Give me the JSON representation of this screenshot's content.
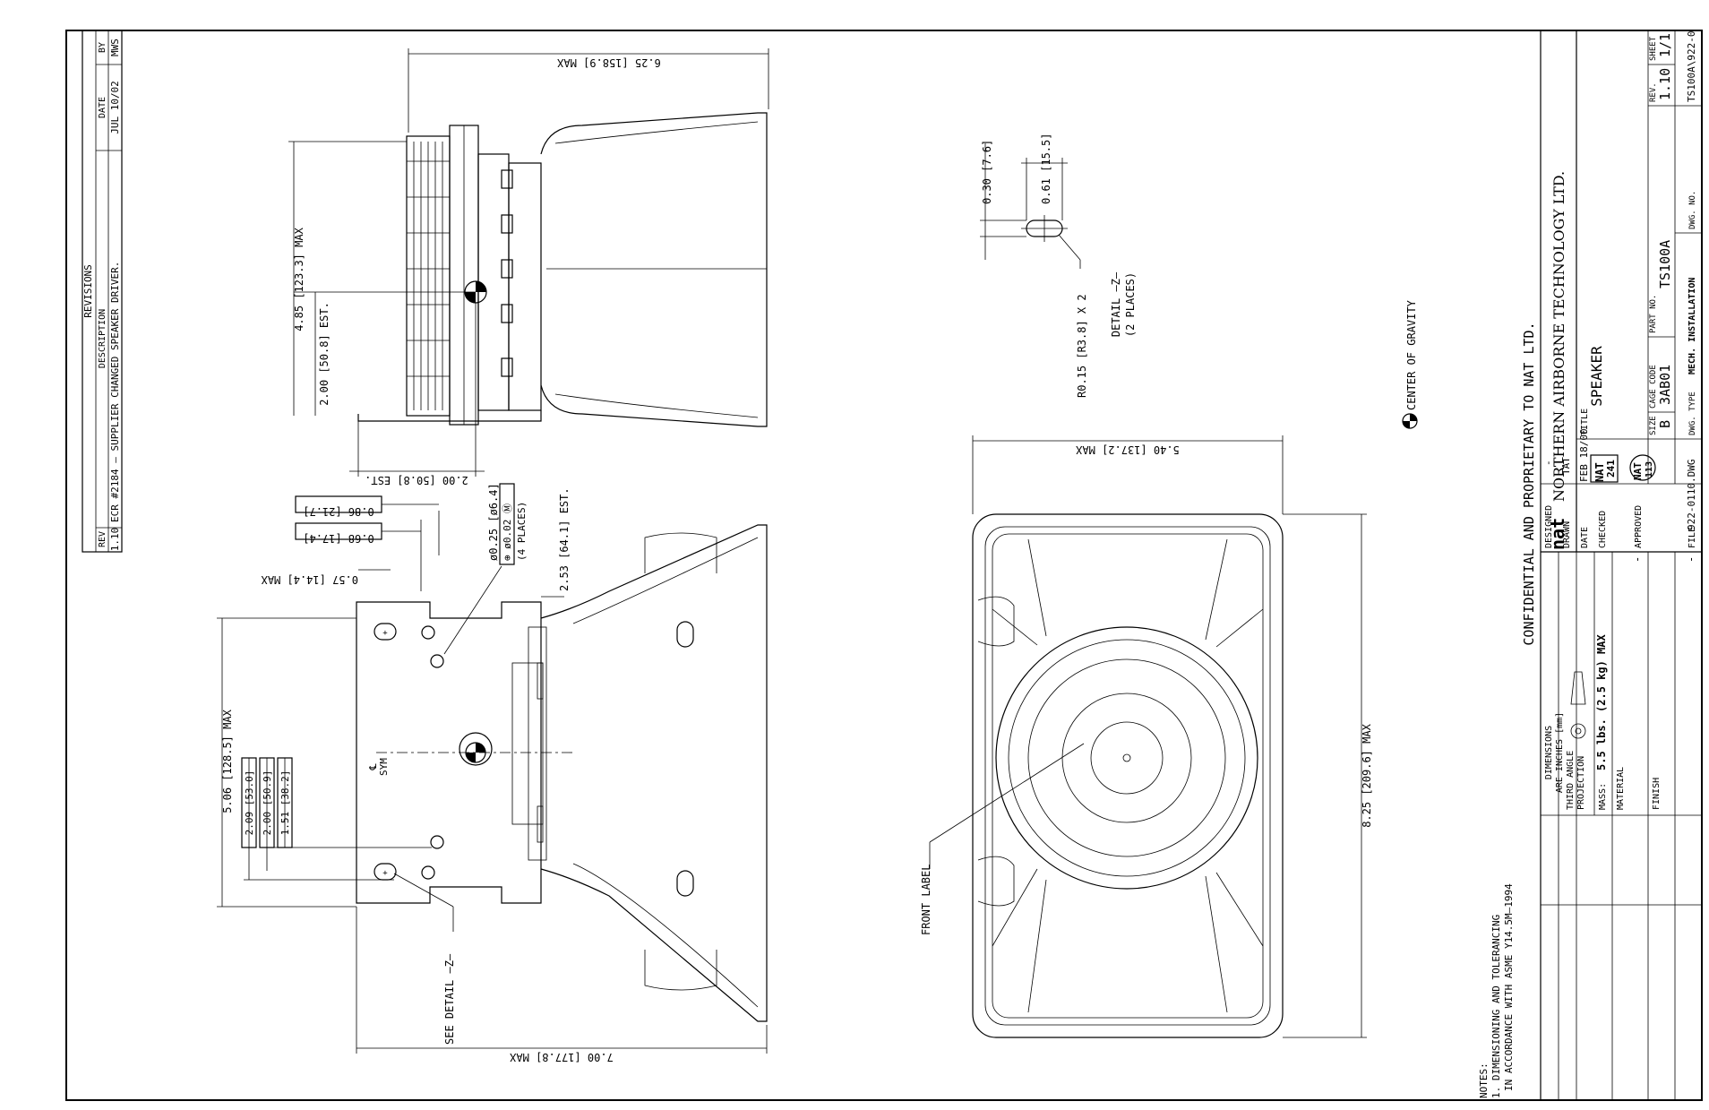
{
  "revisions": {
    "header": "REVISIONS",
    "columns": {
      "rev": "REV",
      "description": "DESCRIPTION",
      "date": "DATE",
      "by": "BY"
    },
    "rows": [
      {
        "rev": "1.10",
        "description": "ECR #2184 – SUPPLIER CHANGED SPEAKER DRIVER.",
        "date": "JUL 10/02",
        "by": "MWS"
      }
    ]
  },
  "dimensions": {
    "side_height": "6.25 [158.9] MAX",
    "side_body": "4.85 [123.3] MAX",
    "side_cg_est": "2.00 [50.8] EST.",
    "side_base_est": "2.00 [50.8] EST.",
    "top_hole_spacing": "5.06 [128.5] MAX",
    "top_width": "7.00 [177.8] MAX",
    "top_slot_edge": "0.57 [14.4] MAX",
    "top_offset_a": "0.68 [17.4]",
    "top_offset_b": "0.86 [21.7]",
    "hole_dia": "ø0.25 [ø6.4]",
    "hole_tol": "⊕ ø0.02 Ⓜ",
    "hole_places": "(4 PLACES)",
    "front_est": "2.53 [64.1] EST.",
    "box_a": "2.09 [53.0]",
    "box_b": "2.00 [50.9]",
    "box_c": "1.51 [38.2]",
    "sym": "SYM",
    "see_detail": "SEE DETAIL –Z–",
    "front_width": "5.40 [137.2] MAX",
    "front_height": "8.25 [209.6] MAX",
    "front_label": "FRONT LABEL",
    "detail_a": "0.30 [7.6]",
    "detail_b": "0.61 [15.5]",
    "detail_radius": "R0.15 [R3.8] X 2",
    "detail_title": "DETAIL –Z–",
    "detail_places": "(2 PLACES)",
    "cog": "CENTER OF GRAVITY"
  },
  "notes": {
    "title": "NOTES:",
    "lines": [
      "1. DIMENSIONING AND TOLERANCING",
      "IN ACCORDANCE WITH ASME Y14.5M–1994"
    ]
  },
  "title_block": {
    "confidential": "CONFIDENTIAL AND PROPRIETARY TO NAT LTD.",
    "company": "NORTHERN AIRBORNE TECHNOLOGY LTD.",
    "logo": "nat",
    "dims_label": "DIMENSIONS",
    "dims_units": "ARE INCHES [mm]",
    "projection": "THIRD ANGLE",
    "projection2": "PROJECTION",
    "mass_label": "MASS:",
    "mass_value": "5.5 lbs. (2.5 kg) MAX",
    "material_label": "MATERIAL",
    "finish_label": "FINISH",
    "dash": "-",
    "designed_label": "DESIGNED",
    "designed_value": "-",
    "drawn_label": "DRAWN",
    "drawn_value": "TAT",
    "date_label": "DATE",
    "date_value": "FEB 18/00",
    "checked_label": "CHECKED",
    "checked_stamp_a": "NAT",
    "checked_stamp_b": "241",
    "approved_label": "APPROVED",
    "approved_stamp_a": "NAT",
    "approved_stamp_b": "113",
    "file_label": "FILE",
    "file_value": "922-0110.DWG",
    "title_label": "TITLE",
    "title_value": "SPEAKER",
    "size_label": "SIZE",
    "size_value": "B",
    "cage_label": "CAGE CODE",
    "cage_value": "3AB01",
    "part_label": "PART NO.",
    "part_value": "TS100A",
    "rev_label": "REV.",
    "rev_value": "1.10",
    "sheet_label": "SHEET",
    "sheet_value": "1/1",
    "dwg_type_label": "DWG. TYPE",
    "dwg_type_value": "MECH. INSTALLATION",
    "dwg_no_label": "DWG. NO.",
    "dwg_no_value": "TS100A\\922-0"
  }
}
